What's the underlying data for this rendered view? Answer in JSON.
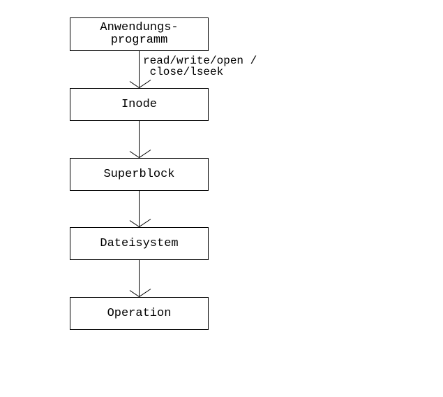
{
  "diagram": {
    "background_color": "#ffffff",
    "line_color": "#000000",
    "text_color": "#000000",
    "nodes": [
      {
        "id": "anwendungsprogramm",
        "label": "Anwendungs-\nprogramm"
      },
      {
        "id": "inode",
        "label": "Inode"
      },
      {
        "id": "superblock",
        "label": "Superblock"
      },
      {
        "id": "dateisystem",
        "label": "Dateisystem"
      },
      {
        "id": "operation",
        "label": "Operation"
      }
    ],
    "edges": [
      {
        "from": "anwendungsprogramm",
        "to": "inode",
        "label": "read/write/open /\n close/lseek"
      },
      {
        "from": "inode",
        "to": "superblock",
        "label": ""
      },
      {
        "from": "superblock",
        "to": "dateisystem",
        "label": ""
      },
      {
        "from": "dateisystem",
        "to": "operation",
        "label": ""
      }
    ],
    "edge_label_text": "read/write/open /\n close/lseek"
  }
}
